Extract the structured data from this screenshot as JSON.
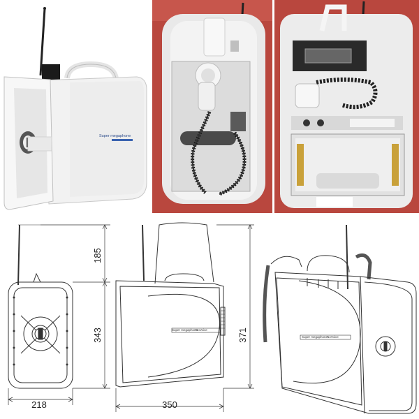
{
  "photos": {
    "front_icon": "loudspeaker-front-photo",
    "back_icon": "loudspeaker-back-photo",
    "open_icon": "loudspeaker-open-compartment-photo",
    "backdrop_color": "#b8483f",
    "body_color": "#f1f2f1"
  },
  "product": {
    "side_label": "Super megaphone",
    "side_brand": "NoVoice"
  },
  "dimensions": {
    "antenna_height": "185",
    "body_height": "343",
    "side_height": "371",
    "width": "218",
    "depth": "350"
  }
}
